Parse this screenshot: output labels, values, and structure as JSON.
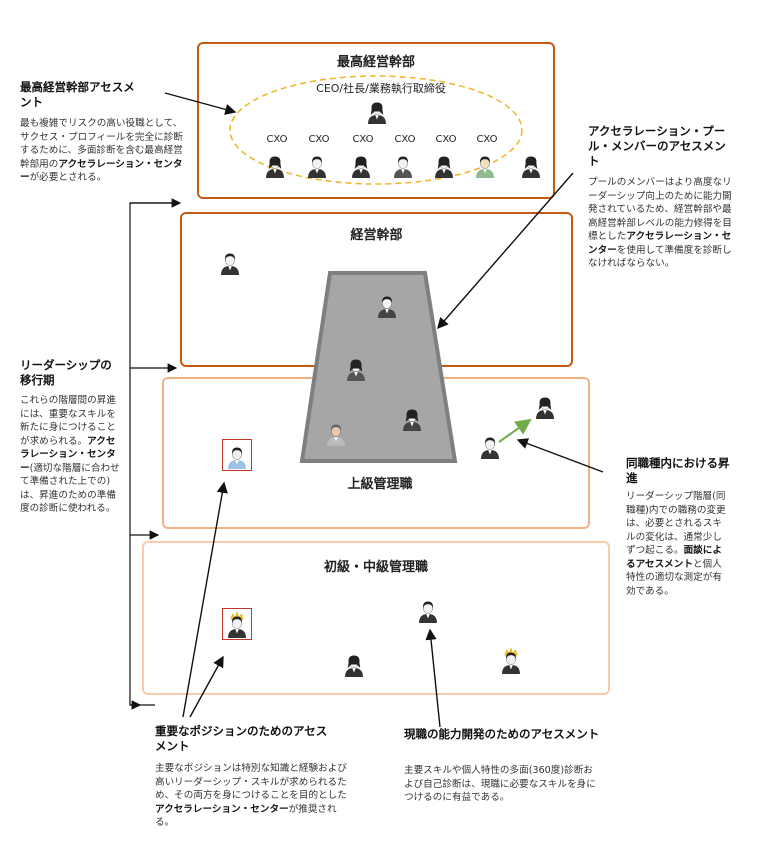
{
  "boxes": {
    "top": {
      "title": "最高経営幹部",
      "inner_title": "CEO/社長/業務執行取締役",
      "cxo_labels": [
        "CXO",
        "CXO",
        "CXO",
        "CXO",
        "CXO",
        "CXO"
      ]
    },
    "exec": {
      "title": "経営幹部"
    },
    "senior": {
      "title": "上級管理職"
    },
    "junior": {
      "title": "初級・中級管理職"
    }
  },
  "notes": {
    "top_left": {
      "title": "最高経営幹部アセスメント",
      "text_plain": "最も複雑でリスクの高い役職として、サクセス・プロフィールを完全に診断するために、多面診断を含む最高経営幹部用の",
      "text_bold": "アクセラレーション・センター",
      "text_end": "が必要とされる。"
    },
    "transition": {
      "title": "リーダーシップの移行期",
      "text_plain": "これらの階層間の昇進には、重要なスキルを新たに身につけることが求められる。",
      "text_bold": "アクセラレーション・センター",
      "text_end": "(適切な階層に合わせて準備された上での)は、昇進のための準備度の診断に使われる。"
    },
    "pool": {
      "title": "アクセラレーション・プール・メンバーのアセスメント",
      "text_plain": "プールのメンバーはより高度なリーダーシップ向上のために能力開発されているため、経営幹部や最高経営幹部レベルの能力修得を目標とした",
      "text_bold": "アクセラレーション・センター",
      "text_end": "を使用して準備度を診断しなければならない。"
    },
    "lateral": {
      "title": "同職種内における昇進",
      "text_plain": "リーダーシップ階層(同職種)内での職務の変更は、必要とされるスキルの変化は、通常少しずつ起こる。",
      "text_bold": "面談によるアセスメント",
      "text_end": "と個人特性の適切な測定が有効である。"
    },
    "key_position": {
      "title": "重要なポジションのためのアセスメント",
      "text_plain": "主要なポジションは特別な知識と経験および高いリーダーシップ・スキルが求められるため、その両方を身につけることを目的とした",
      "text_bold": "アクセラレーション・センター",
      "text_end": "が推奨される。"
    },
    "current_job": {
      "title": "現職の能力開発のためのアセスメント",
      "text_plain": "主要スキルや個人特性の多面(360度)診断および自己診断は、現職に必要なスキルを身につけるのに有益である。"
    }
  },
  "colors": {
    "dark_orange": "#c55a11",
    "light_orange": "#f4b183",
    "pool_gray": "#a6a6a6",
    "ellipse_gold": "#f0b429",
    "green_arrow": "#70ad47",
    "red_frame": "#c0392b"
  }
}
